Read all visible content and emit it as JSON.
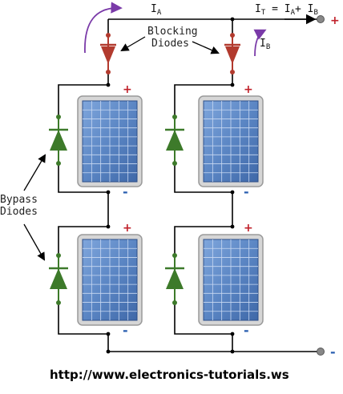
{
  "labels": {
    "current_a": "I",
    "current_a_sub": "A",
    "current_b": "I",
    "current_b_sub": "B",
    "total_i": "I",
    "total_t_sub": "T",
    "total_eq": " = I",
    "total_a_sub": "A",
    "total_plus": "+ I",
    "total_b_sub": "B",
    "blocking_line1": "Blocking",
    "blocking_line2": "Diodes",
    "bypass_line1": "Bypass",
    "bypass_line2": "Diodes",
    "plus": "+",
    "minus": "-",
    "terminal_plus": "+",
    "terminal_minus": "-",
    "url": "http://www.electronics-tutorials.ws"
  },
  "colors": {
    "wire": "#000000",
    "blocking_diode": "#b23a2e",
    "bypass_diode": "#3d7a2a",
    "node_red": "#b23a2e",
    "node_green": "#3d7a2a",
    "arrow_current": "#7a3aa8",
    "panel_cell": "#5b86c4",
    "panel_frame": "#c8c8c8"
  },
  "icons": {
    "blocking_diode": "diode-icon",
    "bypass_diode": "diode-icon",
    "solar_panel": "solar-panel-icon",
    "terminal": "terminal-icon"
  }
}
